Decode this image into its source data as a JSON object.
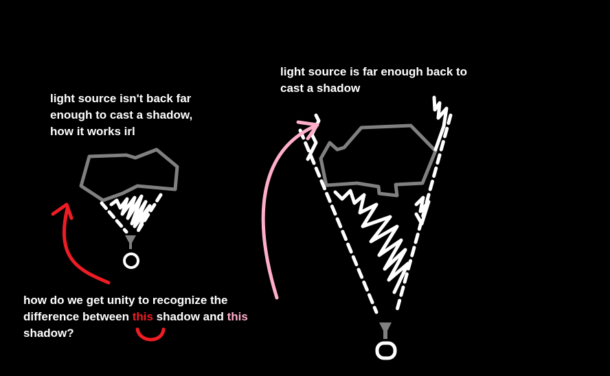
{
  "notes": {
    "left": {
      "lines": [
        "light source isn't back far",
        "enough to cast a shadow,",
        "how it works irl"
      ]
    },
    "right": {
      "lines": [
        "light source is far enough back to",
        "cast a shadow"
      ]
    },
    "bottom": {
      "line1": "how do we get unity to recognize the",
      "line2_before": "difference between ",
      "highlight_red": "this",
      "line2_middle": " shadow and ",
      "highlight_pink": "this",
      "line3": "shadow?"
    }
  },
  "colors": {
    "background": "#000000",
    "text": "#ffffff",
    "object_outline": "#808080",
    "light_ray": "#ffffff",
    "shadow_scribble": "#ffffff",
    "red_arrow": "#ee1c24",
    "pink_arrow": "#ffaec9"
  }
}
